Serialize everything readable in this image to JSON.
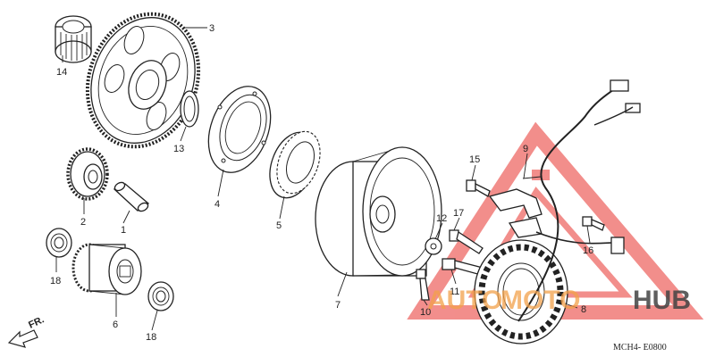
{
  "diagram": {
    "callouts": [
      {
        "id": "14",
        "text": "14"
      },
      {
        "id": "3",
        "text": "3"
      },
      {
        "id": "13",
        "text": "13"
      },
      {
        "id": "4",
        "text": "4"
      },
      {
        "id": "5",
        "text": "5"
      },
      {
        "id": "2",
        "text": "2"
      },
      {
        "id": "1",
        "text": "1"
      },
      {
        "id": "18a",
        "text": "18"
      },
      {
        "id": "6",
        "text": "6"
      },
      {
        "id": "18b",
        "text": "18"
      },
      {
        "id": "7",
        "text": "7"
      },
      {
        "id": "15",
        "text": "15"
      },
      {
        "id": "9",
        "text": "9"
      },
      {
        "id": "12",
        "text": "12"
      },
      {
        "id": "17",
        "text": "17"
      },
      {
        "id": "16",
        "text": "16"
      },
      {
        "id": "11",
        "text": "11"
      },
      {
        "id": "10",
        "text": "10"
      },
      {
        "id": "8",
        "text": "8"
      }
    ],
    "direction_label": "FR.",
    "figure_code": "MCH4- E0800"
  },
  "watermark": {
    "text_a": "AUTO",
    "text_b": "MOTO",
    "text_c": "HUB",
    "accent_color": "#e8322e",
    "secondary_color": "#f2a14a"
  }
}
